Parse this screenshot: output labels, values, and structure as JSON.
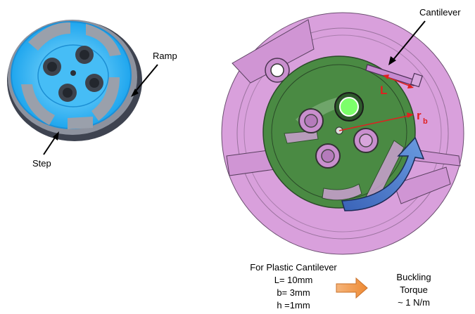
{
  "labels": {
    "cantilever": "Cantilever",
    "ramp": "Ramp",
    "step": "Step",
    "length_symbol": "L",
    "radius_symbol": "r",
    "radius_subscript": "b"
  },
  "spec": {
    "heading": "For Plastic Cantilever",
    "length": "L= 10mm",
    "width": "b= 3mm",
    "height": "h =1mm"
  },
  "result": {
    "line1": "Buckling",
    "line2": "Torque",
    "line3": "~ 1 N/m"
  },
  "colors": {
    "disc_purple": "#d9a0dc",
    "gear_green": "#4a8a43",
    "glow_blue": "#39b7f4",
    "arrow_blue": "#4a78c8",
    "dimension_red": "#e02020",
    "arrow_orange": "#f0903a"
  }
}
